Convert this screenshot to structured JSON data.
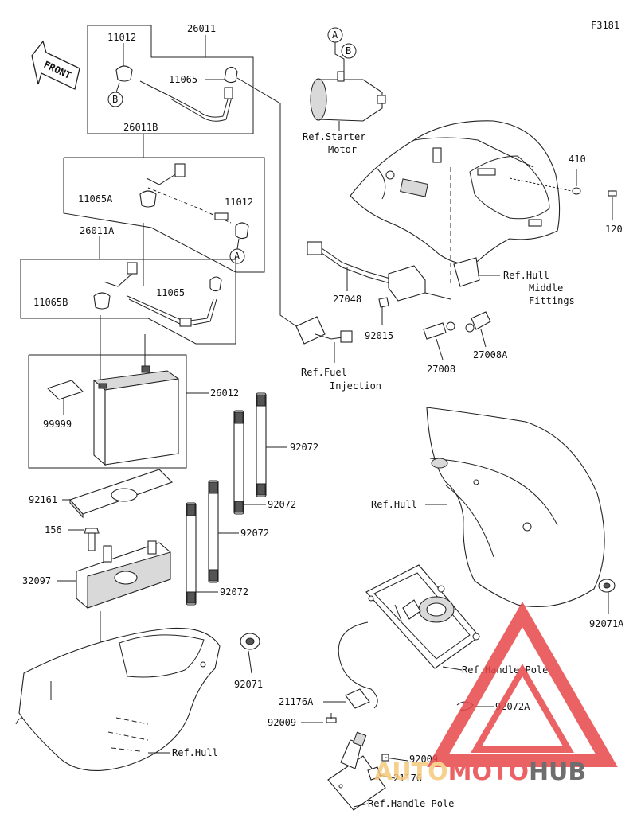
{
  "figure_code": "F3181",
  "front_label": "FRONT",
  "refs": {
    "starter_motor_line1": "Ref.Starter",
    "starter_motor_line2": "Motor",
    "hull_middle_line1": "Ref.Hull",
    "hull_middle_line2": "Middle",
    "hull_middle_line3": "Fittings",
    "fuel_injection_line1": "Ref.Fuel",
    "fuel_injection_line2": "Injection",
    "hull_right": "Ref.Hull",
    "handle_pole_1": "Ref.Handle Pole",
    "hull_bottom": "Ref.Hull",
    "handle_pole_2": "Ref.Handle Pole"
  },
  "circle_marks": {
    "a_top": "A",
    "b_top": "B",
    "b_cable": "B",
    "a_cable": "A"
  },
  "parts": {
    "p26011": "26011",
    "p11012_top": "11012",
    "p11065_top": "11065",
    "p26011b": "26011B",
    "p11065a": "11065A",
    "p11012_mid": "11012",
    "p26011a": "26011A",
    "p11065_mid": "11065",
    "p11065b": "11065B",
    "p26012": "26012",
    "p99999": "99999",
    "p92072_a": "92072",
    "p92072_b": "92072",
    "p92072_c": "92072",
    "p92072_d": "92072",
    "p92161": "92161",
    "p156": "156",
    "p32097": "32097",
    "p92071": "92071",
    "p410": "410",
    "p120": "120",
    "p27048": "27048",
    "p92015": "92015",
    "p27008": "27008",
    "p27008a": "27008A",
    "p92071a": "92071A",
    "p21176a": "21176A",
    "p92009_a": "92009",
    "p92072a": "92072A",
    "p92009_b": "92009",
    "p21176": "21176"
  },
  "watermark": {
    "text_part1": "AUTO",
    "text_part2": "MOTO",
    "text_part3": "HUB",
    "color_light": "#f5c97a",
    "color_red": "#e8474a",
    "color_grey": "#555555"
  }
}
